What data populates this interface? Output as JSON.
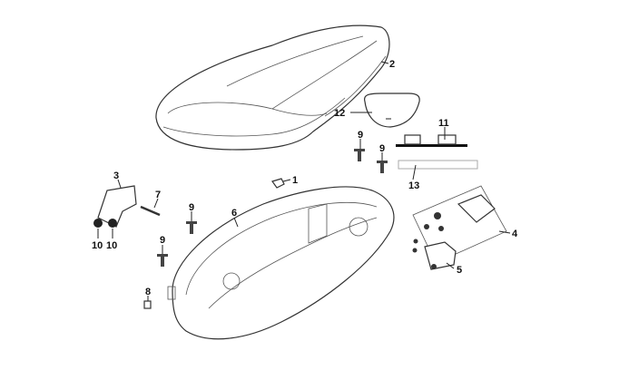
{
  "diagram": {
    "callouts": [
      {
        "id": "seat",
        "label": "2"
      },
      {
        "id": "seat-pad",
        "label": "12"
      },
      {
        "id": "bracket-strip",
        "label": "11"
      },
      {
        "id": "foam-strip",
        "label": "13"
      },
      {
        "id": "clip",
        "label": "1"
      },
      {
        "id": "hinge-bracket",
        "label": "3"
      },
      {
        "id": "bolt-7",
        "label": "7"
      },
      {
        "id": "nut-a",
        "label": "10"
      },
      {
        "id": "nut-b",
        "label": "10"
      },
      {
        "id": "helmet-box",
        "label": "6"
      },
      {
        "id": "latch-assembly",
        "label": "4"
      },
      {
        "id": "lock-actuator",
        "label": "5"
      },
      {
        "id": "speed-nut",
        "label": "8"
      },
      {
        "id": "screw-a",
        "label": "9"
      },
      {
        "id": "screw-b",
        "label": "9"
      },
      {
        "id": "screw-c",
        "label": "9"
      },
      {
        "id": "screw-d",
        "label": "9"
      }
    ]
  }
}
